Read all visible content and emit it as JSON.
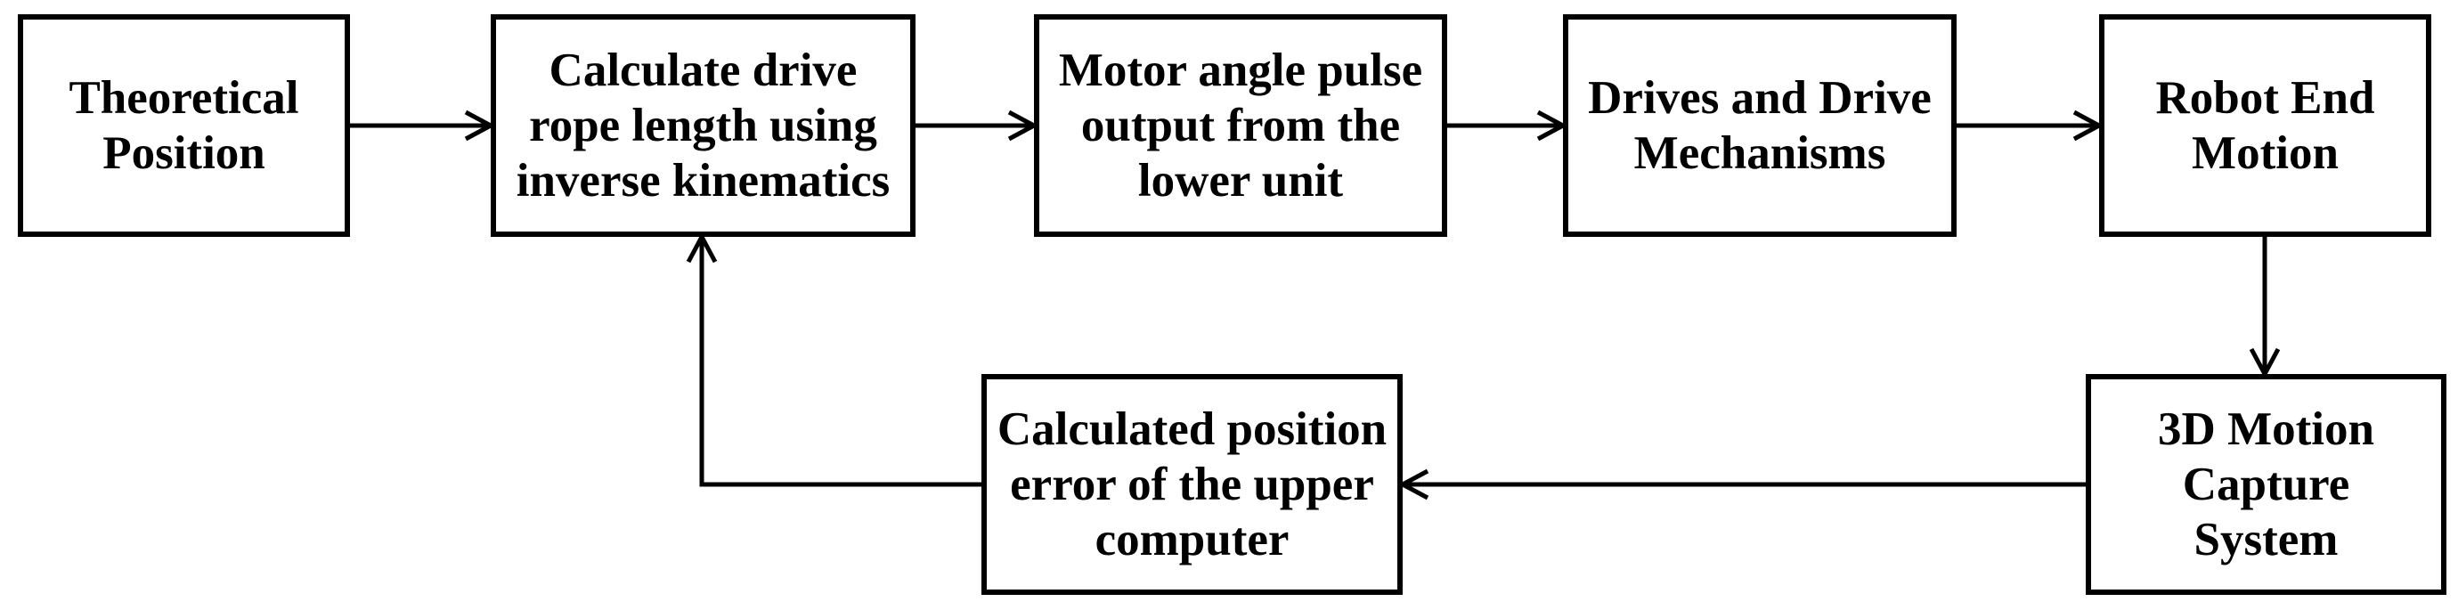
{
  "figure": {
    "type": "flowchart",
    "background_color": "#ffffff",
    "ink_color": "#000000"
  },
  "boxes": [
    {
      "id": "theoretical-position",
      "text": "Theoretical\nPosition"
    },
    {
      "id": "calculate-rope-length",
      "text": "Calculate drive\nrope length using\ninverse kinematics"
    },
    {
      "id": "motor-angle-pulse",
      "text": "Motor angle pulse\noutput from the\nlower unit"
    },
    {
      "id": "drives-and-mechanisms",
      "text": "Drives and Drive\nMechanisms"
    },
    {
      "id": "robot-end-motion",
      "text": "Robot End\nMotion"
    },
    {
      "id": "motion-capture-system",
      "text": "3D Motion\nCapture\nSystem"
    },
    {
      "id": "position-error",
      "text": "Calculated position\nerror of the upper\ncomputer"
    }
  ],
  "flow": [
    {
      "from": "theoretical-position",
      "to": "calculate-rope-length"
    },
    {
      "from": "calculate-rope-length",
      "to": "motor-angle-pulse"
    },
    {
      "from": "motor-angle-pulse",
      "to": "drives-and-mechanisms"
    },
    {
      "from": "drives-and-mechanisms",
      "to": "robot-end-motion"
    },
    {
      "from": "robot-end-motion",
      "to": "motion-capture-system"
    },
    {
      "from": "motion-capture-system",
      "to": "position-error"
    },
    {
      "from": "position-error",
      "to": "calculate-rope-length"
    }
  ]
}
